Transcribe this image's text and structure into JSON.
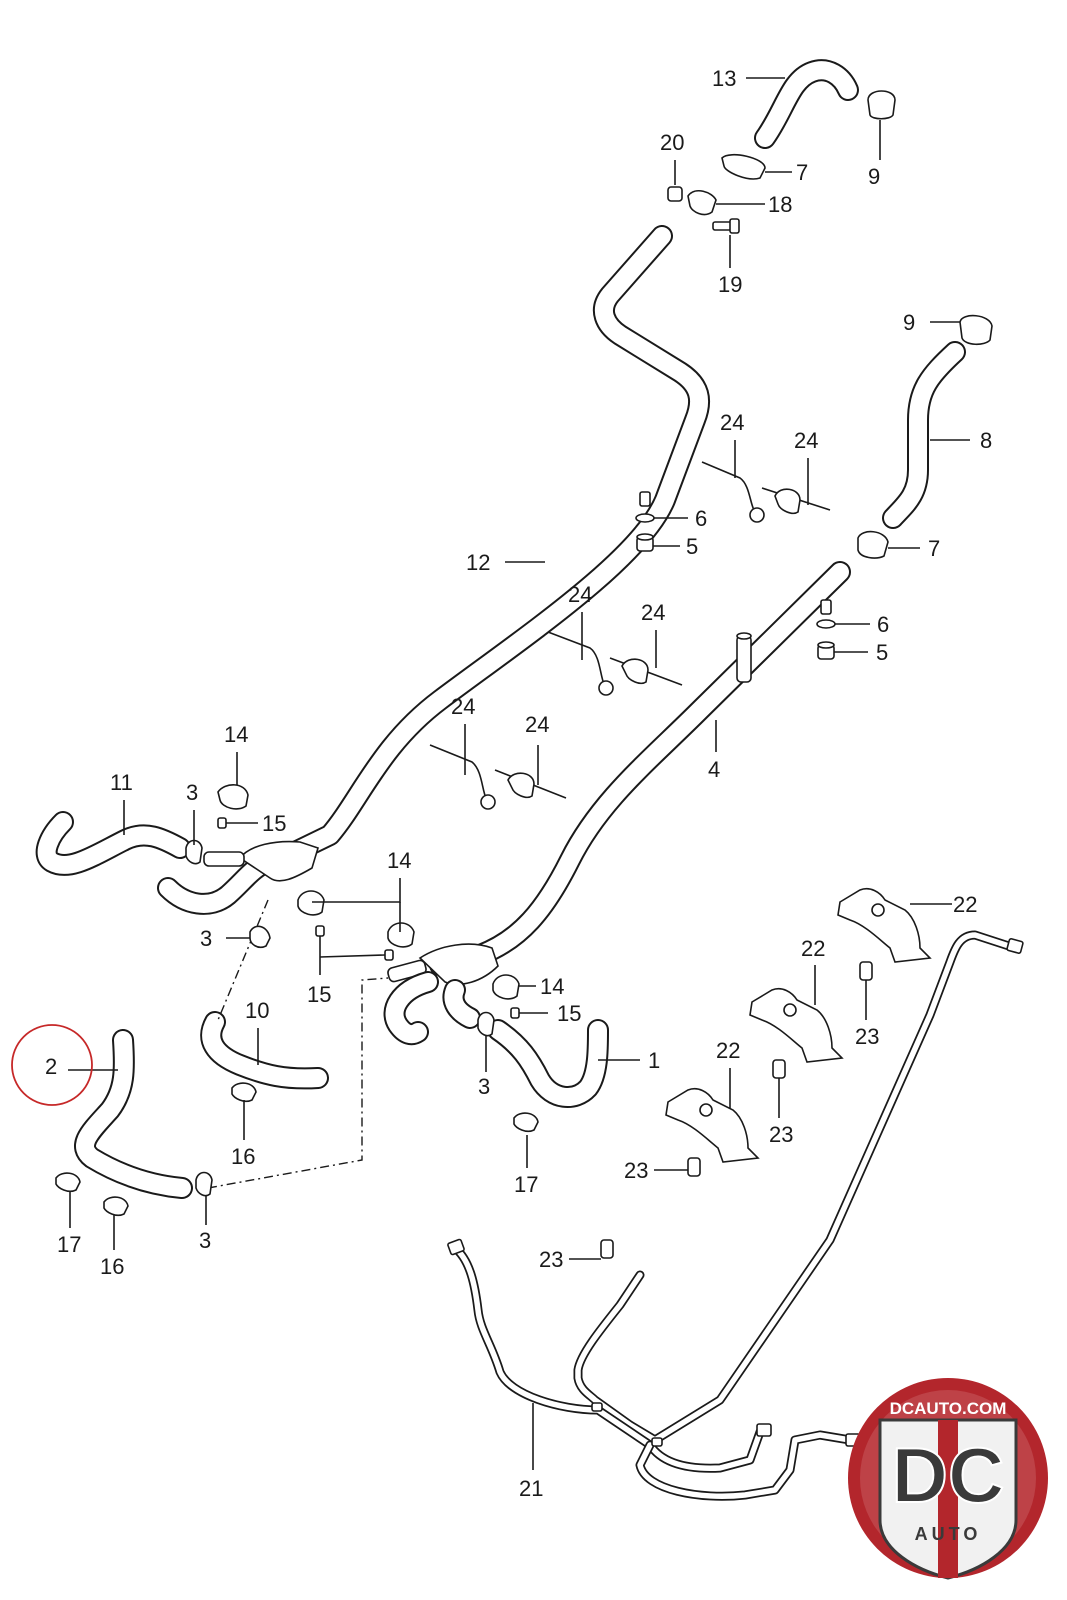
{
  "diagram": {
    "highlighted_callout": "2",
    "highlight_color": "#c62828",
    "callouts": [
      {
        "id": "c13",
        "text": "13"
      },
      {
        "id": "c9a",
        "text": "9"
      },
      {
        "id": "c20",
        "text": "20"
      },
      {
        "id": "c7a",
        "text": "7"
      },
      {
        "id": "c18",
        "text": "18"
      },
      {
        "id": "c19",
        "text": "19"
      },
      {
        "id": "c9b",
        "text": "9"
      },
      {
        "id": "c8",
        "text": "8"
      },
      {
        "id": "c7b",
        "text": "7"
      },
      {
        "id": "c24a",
        "text": "24"
      },
      {
        "id": "c24b",
        "text": "24"
      },
      {
        "id": "c6a",
        "text": "6"
      },
      {
        "id": "c5a",
        "text": "5"
      },
      {
        "id": "c12",
        "text": "12"
      },
      {
        "id": "c24c",
        "text": "24"
      },
      {
        "id": "c24d",
        "text": "24"
      },
      {
        "id": "c6b",
        "text": "6"
      },
      {
        "id": "c5b",
        "text": "5"
      },
      {
        "id": "c24e",
        "text": "24"
      },
      {
        "id": "c24f",
        "text": "24"
      },
      {
        "id": "c4",
        "text": "4"
      },
      {
        "id": "c14a",
        "text": "14"
      },
      {
        "id": "c11",
        "text": "11"
      },
      {
        "id": "c3a",
        "text": "3"
      },
      {
        "id": "c15a",
        "text": "15"
      },
      {
        "id": "c14b",
        "text": "14"
      },
      {
        "id": "c3b",
        "text": "3"
      },
      {
        "id": "c15b",
        "text": "15"
      },
      {
        "id": "c22a",
        "text": "22"
      },
      {
        "id": "c22b",
        "text": "22"
      },
      {
        "id": "c14c",
        "text": "14"
      },
      {
        "id": "c15c",
        "text": "15"
      },
      {
        "id": "c10",
        "text": "10"
      },
      {
        "id": "c2",
        "text": "2"
      },
      {
        "id": "c1",
        "text": "1"
      },
      {
        "id": "c3c",
        "text": "3"
      },
      {
        "id": "c23a",
        "text": "23"
      },
      {
        "id": "c22c",
        "text": "22"
      },
      {
        "id": "c16a",
        "text": "16"
      },
      {
        "id": "c23b",
        "text": "23"
      },
      {
        "id": "c17a",
        "text": "17"
      },
      {
        "id": "c23c",
        "text": "23"
      },
      {
        "id": "c3d",
        "text": "3"
      },
      {
        "id": "c17b",
        "text": "17"
      },
      {
        "id": "c16b",
        "text": "16"
      },
      {
        "id": "c23d",
        "text": "23"
      },
      {
        "id": "c21",
        "text": "21"
      }
    ]
  },
  "logo": {
    "top_text": "DCAUTO.COM",
    "main_text": "DC",
    "sub_text": "AUTO"
  },
  "colors": {
    "line": "#1a1a1a",
    "background": "#ffffff",
    "logo_red": "#b3262c",
    "logo_dark": "#3a3a3a"
  }
}
